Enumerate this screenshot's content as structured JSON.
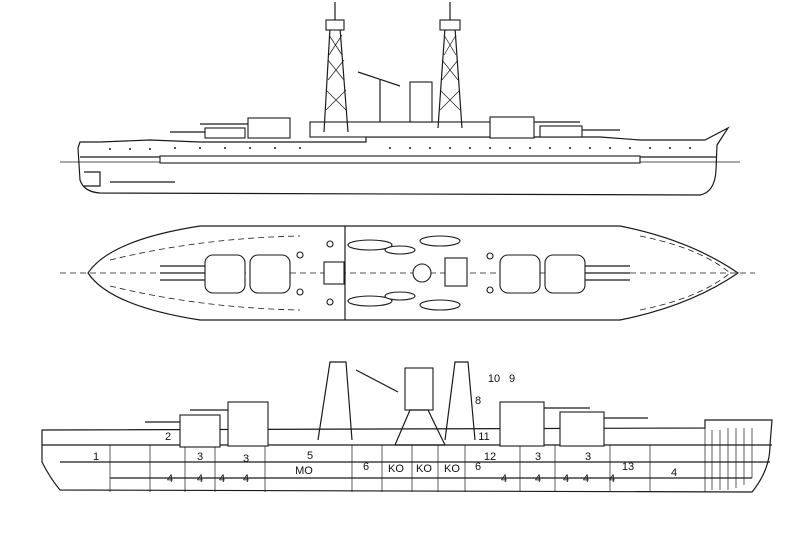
{
  "diagram": {
    "views": [
      "side-profile",
      "plan-view",
      "inboard-profile"
    ],
    "compartment_labels": [
      {
        "id": "c1",
        "text": "1"
      },
      {
        "id": "c2",
        "text": "2"
      },
      {
        "id": "c3a",
        "text": "3"
      },
      {
        "id": "c3b",
        "text": "3"
      },
      {
        "id": "c3c",
        "text": "3"
      },
      {
        "id": "c3d",
        "text": "3"
      },
      {
        "id": "c4a",
        "text": "4"
      },
      {
        "id": "c4b",
        "text": "4"
      },
      {
        "id": "c4c",
        "text": "4"
      },
      {
        "id": "c4d",
        "text": "4"
      },
      {
        "id": "c4e",
        "text": "4"
      },
      {
        "id": "c4f",
        "text": "4"
      },
      {
        "id": "c4g",
        "text": "4"
      },
      {
        "id": "c4h",
        "text": "4"
      },
      {
        "id": "c4i",
        "text": "4"
      },
      {
        "id": "c4j",
        "text": "4"
      },
      {
        "id": "c5",
        "text": "5"
      },
      {
        "id": "mo",
        "text": "MO"
      },
      {
        "id": "c6a",
        "text": "6"
      },
      {
        "id": "c6b",
        "text": "6"
      },
      {
        "id": "ko1",
        "text": "KO"
      },
      {
        "id": "ko2",
        "text": "KO"
      },
      {
        "id": "ko3",
        "text": "KO"
      },
      {
        "id": "c8",
        "text": "8"
      },
      {
        "id": "c9",
        "text": "9"
      },
      {
        "id": "c10",
        "text": "10"
      },
      {
        "id": "c11",
        "text": "11"
      },
      {
        "id": "c12",
        "text": "12"
      },
      {
        "id": "c13",
        "text": "13"
      }
    ]
  }
}
